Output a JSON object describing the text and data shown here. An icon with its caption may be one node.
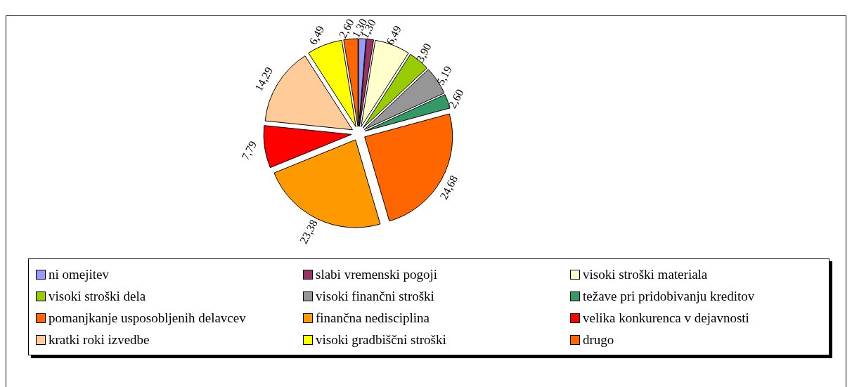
{
  "diagram": {
    "chart_data": {
      "type": "pie",
      "categories": [
        "ni omejitev",
        "slabi vremenski pogoji",
        "visoki stroški materiala",
        "visoki stroški dela",
        "visoki finančni stroški",
        "težave pri pridobivanju kreditov",
        "pomanjkanje usposobljenih delavcev",
        "finančna nedisciplina",
        "velika konkurenca v dejavnosti",
        "kratki roki izvedbe",
        "visoki gradbiščni stroški",
        "drugo"
      ],
      "values": [
        1.3,
        1.3,
        6.49,
        3.9,
        5.19,
        2.6,
        24.68,
        23.38,
        7.79,
        14.29,
        6.49,
        2.6
      ],
      "colors": [
        "#9999ff",
        "#993366",
        "#ffffcc",
        "#99cc00",
        "#969696",
        "#339966",
        "#ff6600",
        "#ff9900",
        "#ff0000",
        "#ffcc99",
        "#ffff00",
        "#ff6600"
      ],
      "legend": "bottom",
      "value_labels": [
        "1,30",
        "1,30",
        "6,49",
        "3,90",
        "5,19",
        "2,60",
        "24,68",
        "23,38",
        "7,79",
        "14,29",
        "6,49",
        "2,60"
      ]
    }
  }
}
